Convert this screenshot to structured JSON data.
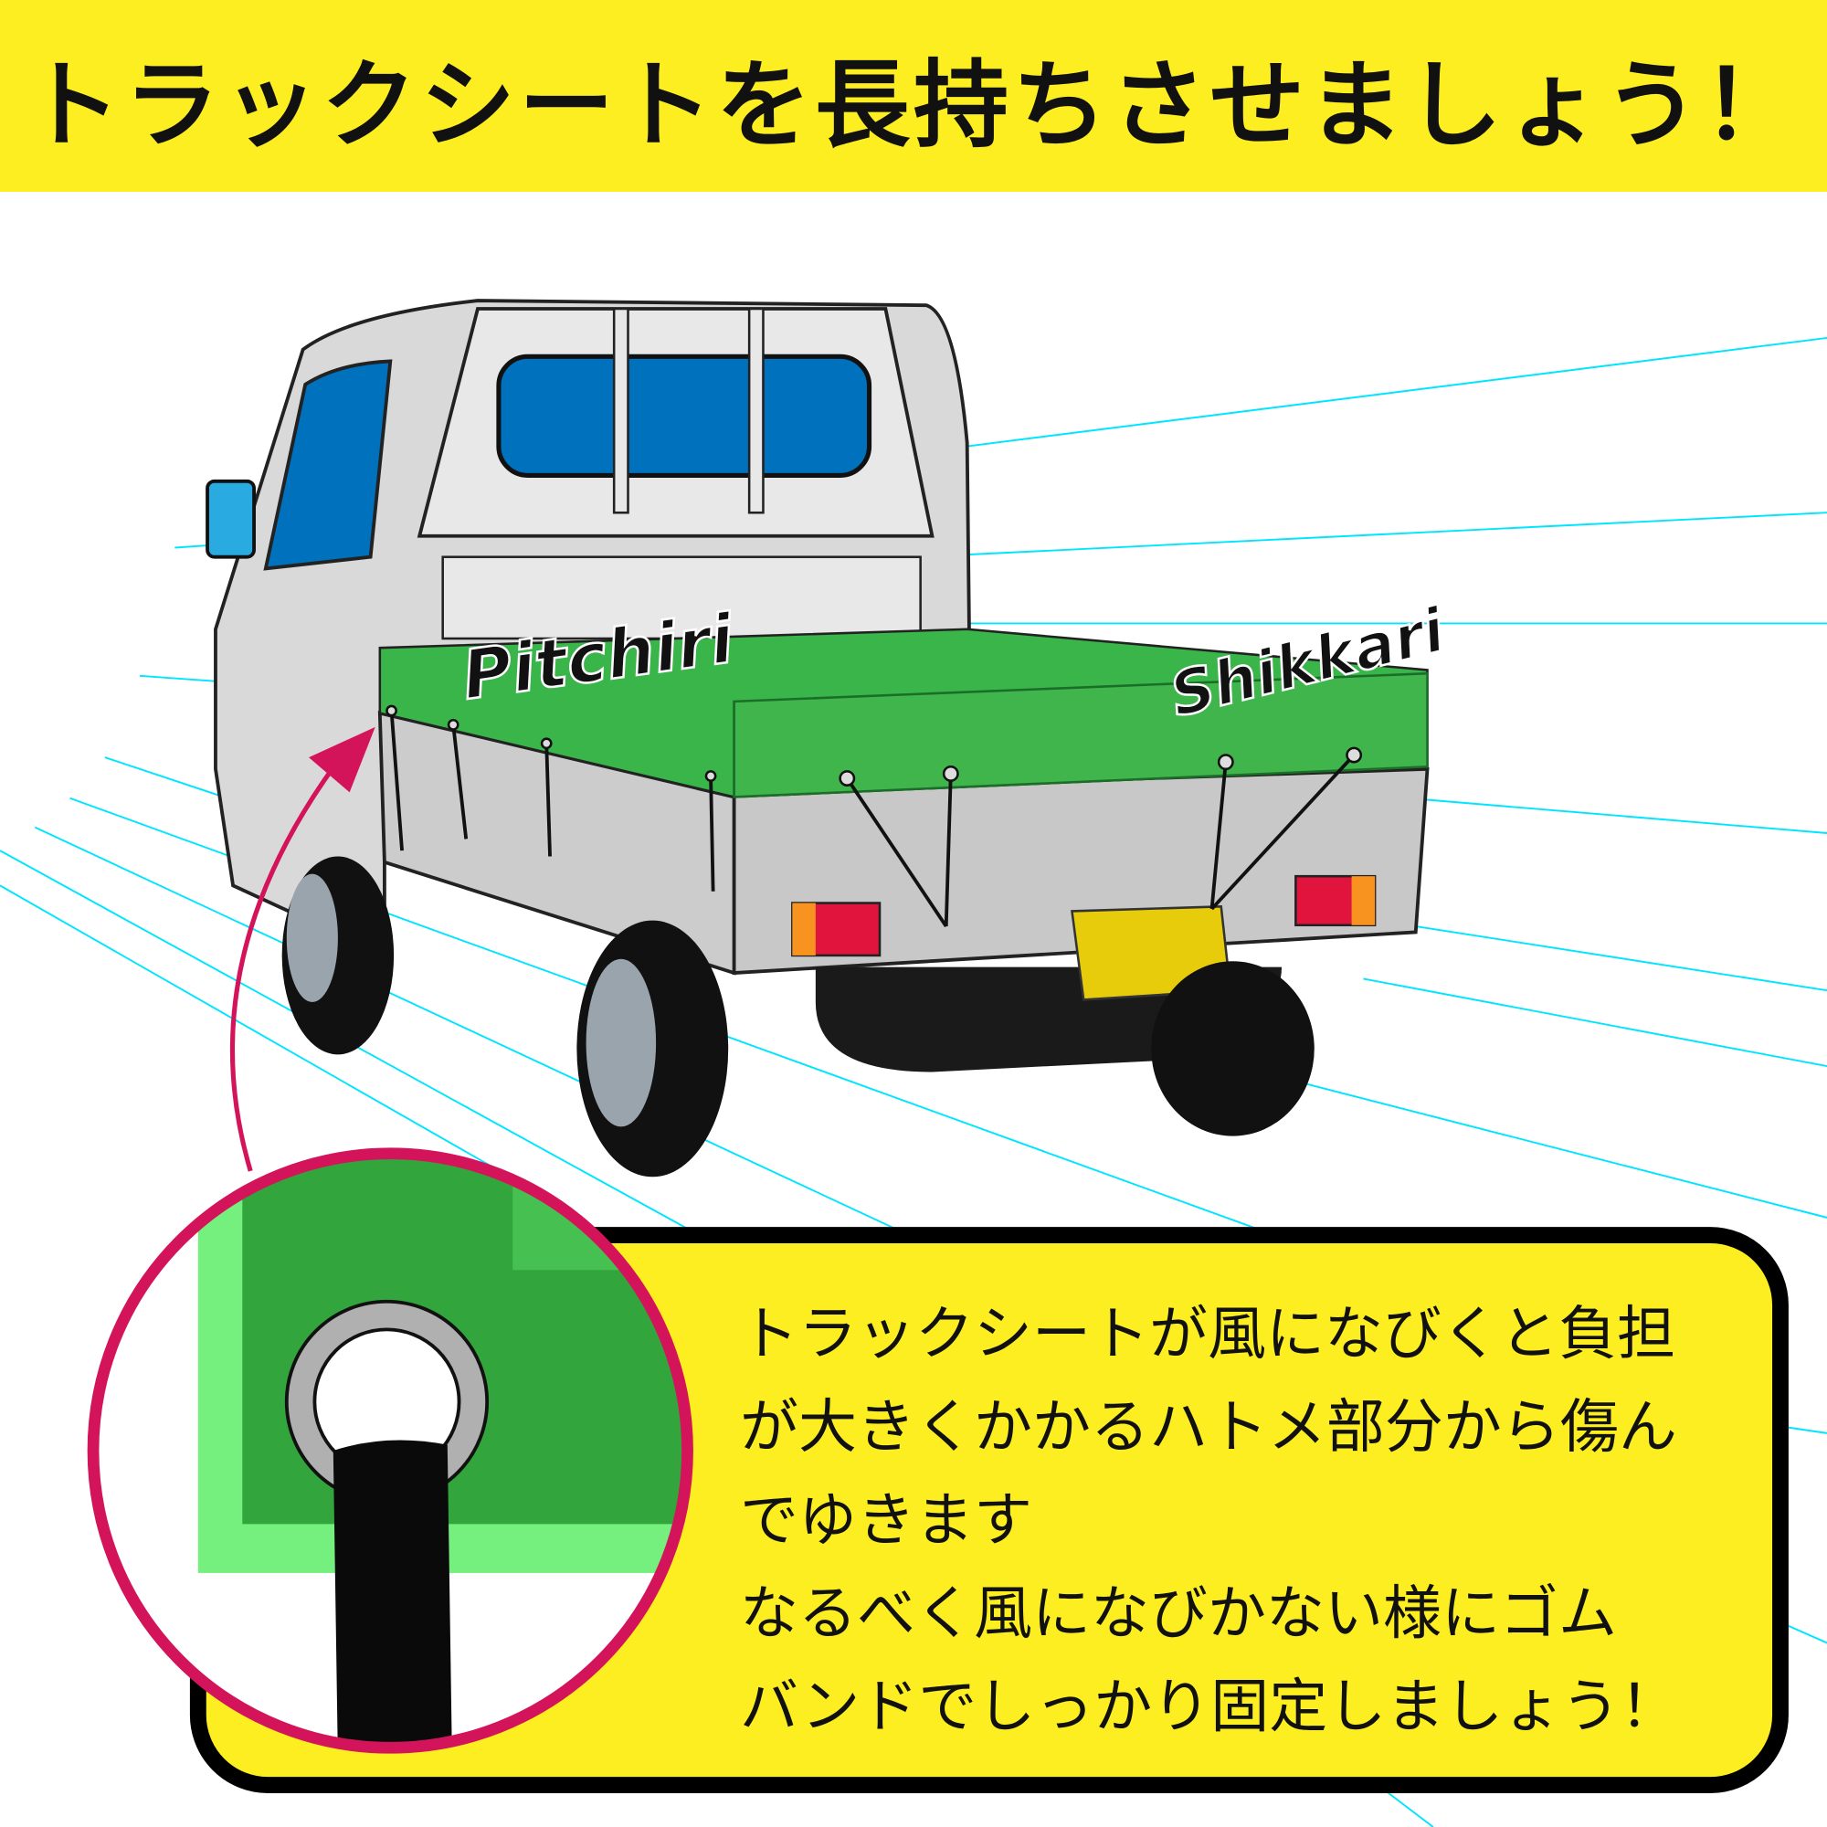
{
  "header": {
    "title": "トラックシートを長持ちさせましょう！"
  },
  "illustration": {
    "label_left": "Pitchiri",
    "label_right": "Shikkari"
  },
  "callout": {
    "lines": [
      "トラックシートが風になびくと負担",
      "が大きくかかるハトメ部分から傷ん",
      "でゆきます",
      "なるべく風になびかない様にゴム",
      "バンドでしっかり固定しましょう！"
    ]
  },
  "colors": {
    "banner": "#fcee21",
    "sheet": "#39b54a",
    "accent": "#d4145a",
    "speedlines": "#00e5ff"
  }
}
